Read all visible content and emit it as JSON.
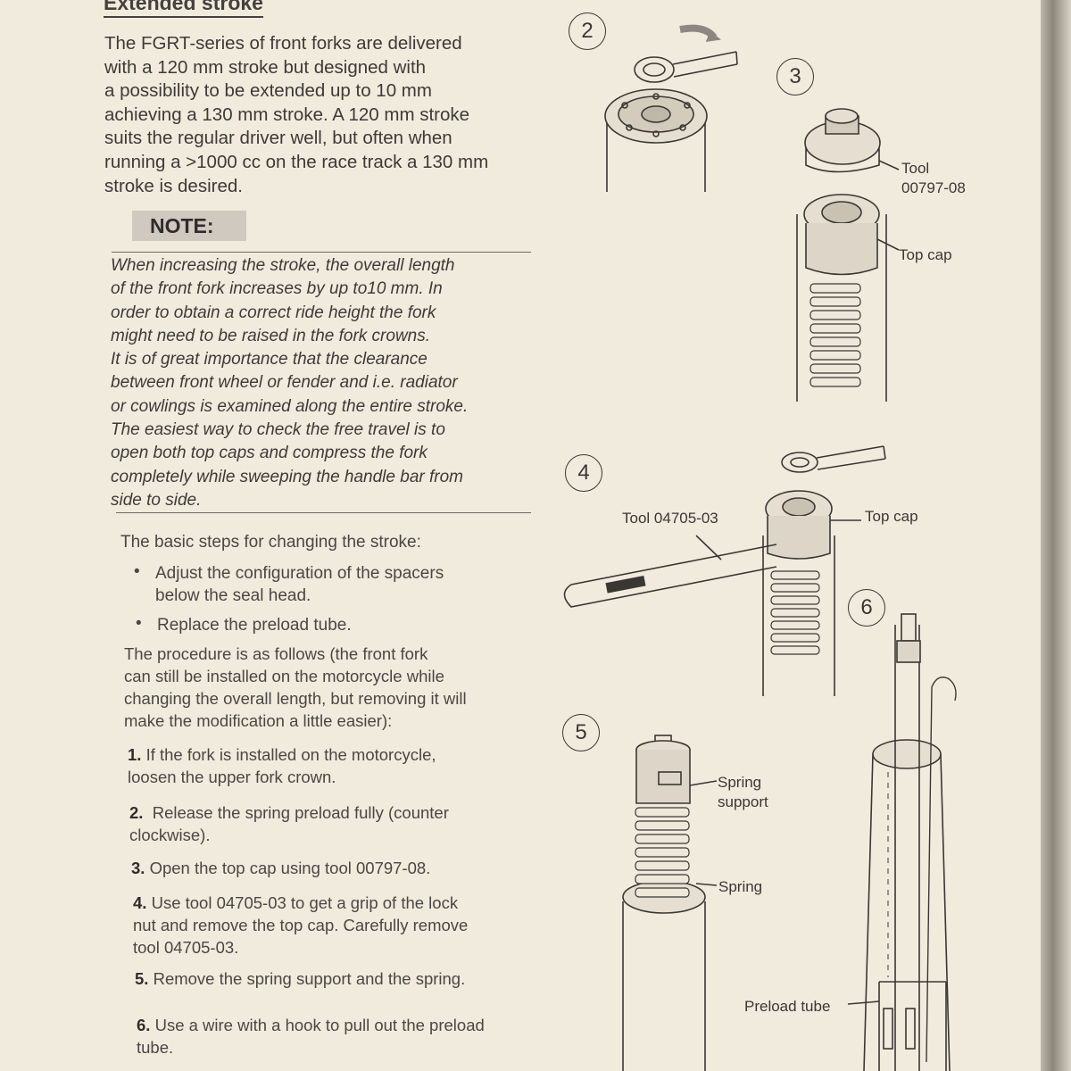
{
  "page": {
    "heading": "Extended stroke",
    "intro_lines": [
      "The FGRT-series of front forks are delivered",
      "with a 120 mm stroke but designed with",
      "a possibility to be extended up to 10 mm",
      "achieving a 130 mm stroke. A 120 mm stroke",
      "suits the regular driver well, but often when",
      "running a >1000 cc on the race track a 130 mm",
      "stroke is desired."
    ],
    "note_label": "NOTE:",
    "note_lines": [
      "When increasing the stroke, the overall length",
      "of the front fork increases by up to10 mm. In",
      "order to obtain a correct ride height the fork",
      "might need to be raised in the fork crowns.",
      "It is of great importance that the clearance",
      "between front wheel or fender and i.e. radiator",
      "or cowlings is examined along the entire stroke.",
      "The easiest way to check the free travel is to",
      "open both top caps and compress the fork",
      "completely while sweeping the handle bar from",
      "side to side."
    ],
    "steps_intro": "The basic steps for changing the stroke:",
    "bullets": [
      [
        "Adjust the configuration of the spacers",
        "below the seal head."
      ],
      [
        "Replace the preload tube."
      ]
    ],
    "procedure_lines": [
      "The procedure is as follows (the front fork",
      "can still be installed on the motorcycle while",
      "changing the overall length, but removing it will",
      "make the modification a little easier):"
    ],
    "steps": [
      {
        "num": "1.",
        "lines": [
          "If the fork is installed on the motorcycle,",
          "loosen the upper fork crown."
        ]
      },
      {
        "num": "2.",
        "lines": [
          "Release the spring preload fully (counter",
          "clockwise)."
        ]
      },
      {
        "num": "3.",
        "lines": [
          "Open the top cap using tool 00797-08."
        ]
      },
      {
        "num": "4.",
        "lines": [
          "Use tool 04705-03 to get a grip of the lock",
          "nut and remove the top cap. Carefully remove",
          "tool 04705-03."
        ]
      },
      {
        "num": "5.",
        "lines": [
          "Remove the spring support and the spring."
        ]
      },
      {
        "num": "6.",
        "lines": [
          "Use a wire with a hook to pull out the preload",
          "tube."
        ]
      }
    ]
  },
  "figure": {
    "step_numbers": [
      "2",
      "3",
      "4",
      "5",
      "6"
    ],
    "callouts": {
      "tool_00797_a": "Tool",
      "tool_00797_b": "00797-08",
      "top_cap_1": "Top cap",
      "tool_04705": "Tool 04705-03",
      "top_cap_2": "Top cap",
      "spring_support_a": "Spring",
      "spring_support_b": "support",
      "spring": "Spring",
      "preload_tube": "Preload tube"
    }
  }
}
